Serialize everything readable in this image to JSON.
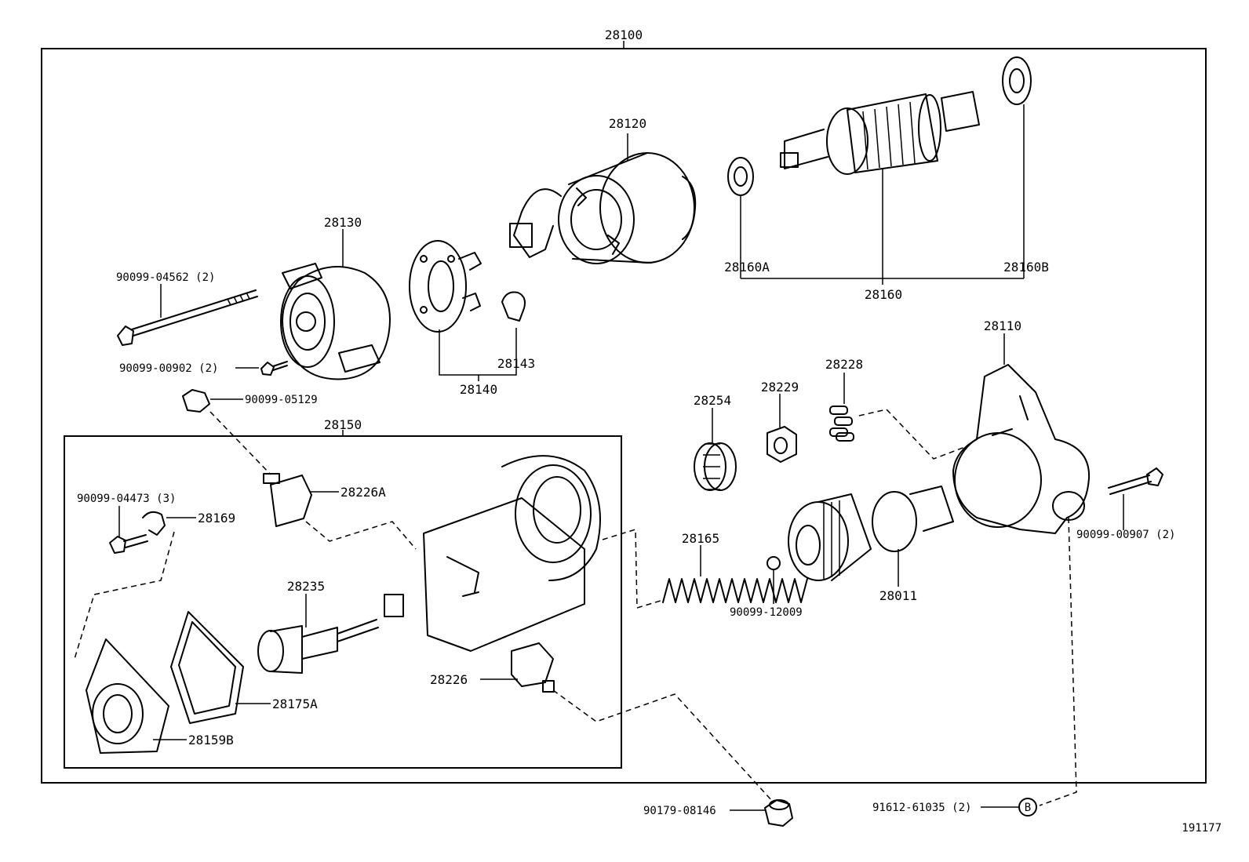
{
  "diagram": {
    "assembly_label": "28100",
    "subassembly_label": "28150",
    "reference_code": "191177",
    "callout_letter": "B"
  },
  "parts": {
    "p28120": "28120",
    "p28130": "28130",
    "p28140": "28140",
    "p28143": "28143",
    "p28160": "28160",
    "p28160A": "28160A",
    "p28160B": "28160B",
    "p28110": "28110",
    "p28254": "28254",
    "p28229": "28229",
    "p28228": "28228",
    "p28165": "28165",
    "p28011": "28011",
    "p28226A": "28226A",
    "p28169": "28169",
    "p28235": "28235",
    "p28226": "28226",
    "p28175A": "28175A",
    "p28159B": "28159B",
    "b04562": "90099-04562 (2)",
    "b00902": "90099-00902 (2)",
    "b05129": "90099-05129",
    "b04473": "90099-04473 (3)",
    "b12009": "90099-12009",
    "b00907": "90099-00907 (2)",
    "b08146": "90179-08146",
    "b61035": "91612-61035 (2)"
  }
}
